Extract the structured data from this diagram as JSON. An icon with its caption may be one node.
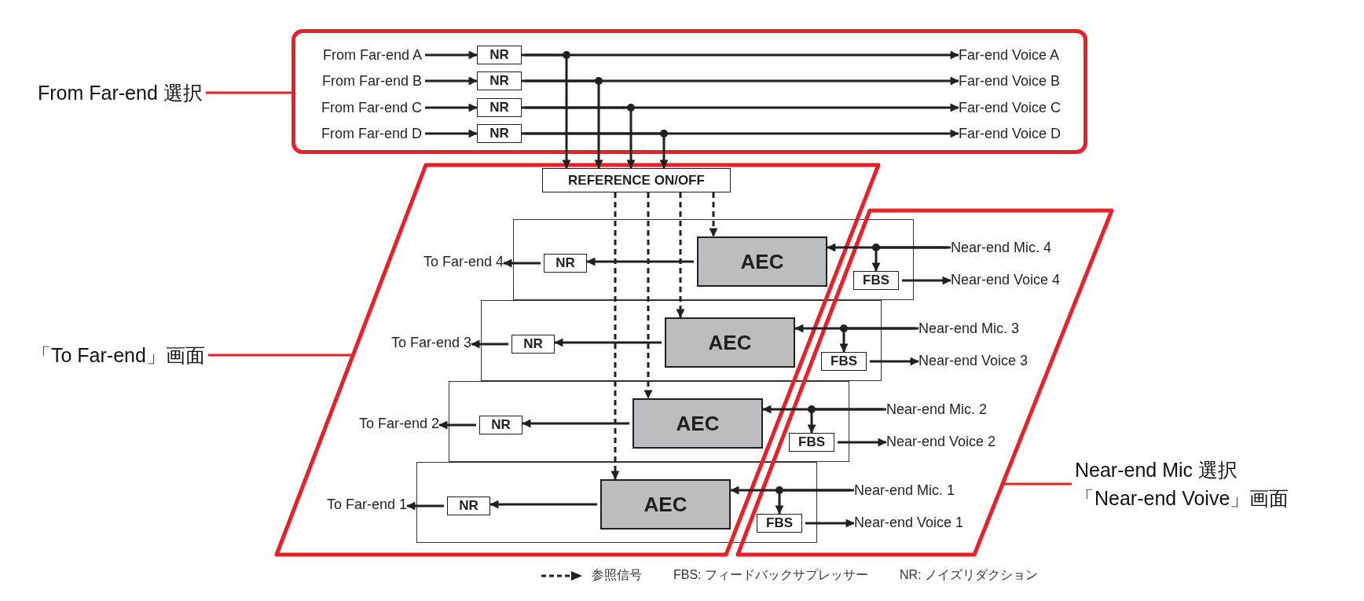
{
  "diagram": {
    "nodes": [
      {
        "text": [],
        "shape": "box"
      },
      {
        "text": [
          "From Far-end A"
        ],
        "in": 0
      },
      {
        "text": [
          "From Far-end B"
        ],
        "in": 0
      },
      {
        "text": [
          "From Far-end C"
        ],
        "in": 0
      },
      {
        "text": [
          "From Far-end D"
        ],
        "in": 0
      },
      {
        "text": [
          "NR"
        ],
        "in": 0
      },
      {
        "text": [
          "NR"
        ],
        "in": 0
      },
      {
        "text": [
          "NR"
        ],
        "in": 0
      },
      {
        "text": [
          "NR"
        ],
        "in": 0
      },
      {
        "text": [
          "Far-end Voice A"
        ],
        "in": 0
      },
      {
        "text": [
          "Far-end Voice B"
        ],
        "in": 0
      },
      {
        "text": [
          "Far-end Voice C"
        ],
        "in": 0
      },
      {
        "text": [
          "Far-end Voice D"
        ],
        "in": 0
      },
      {
        "text": [
          "From Far-end 選択"
        ]
      },
      {
        "text": [
          "REFERENCE ON/OFF"
        ]
      },
      {
        "text": [
          "「To Far-end」画面"
        ]
      },
      {
        "text": [
          "Near-end Mic 選択",
          "「Near-end Voive」画面"
        ]
      },
      {
        "text": [],
        "shape": "box"
      },
      {
        "text": [
          "AEC"
        ],
        "in": 17
      },
      {
        "text": [
          "NR"
        ],
        "in": 17
      },
      {
        "text": [
          "FBS"
        ],
        "in": 17
      },
      {
        "text": [
          "To Far-end 4"
        ]
      },
      {
        "text": [
          "Near-end Mic. 4"
        ]
      },
      {
        "text": [
          "Near-end Voice 4"
        ]
      },
      {
        "text": [],
        "shape": "box"
      },
      {
        "text": [
          "AEC"
        ],
        "in": 24
      },
      {
        "text": [
          "NR"
        ],
        "in": 24
      },
      {
        "text": [
          "FBS"
        ],
        "in": 24
      },
      {
        "text": [
          "To Far-end 3"
        ]
      },
      {
        "text": [
          "Near-end Mic. 3"
        ]
      },
      {
        "text": [
          "Near-end Voice 3"
        ]
      },
      {
        "text": [],
        "shape": "box"
      },
      {
        "text": [
          "AEC"
        ],
        "in": 31
      },
      {
        "text": [
          "NR"
        ],
        "in": 31
      },
      {
        "text": [
          "FBS"
        ],
        "in": 31
      },
      {
        "text": [
          "To Far-end 2"
        ]
      },
      {
        "text": [
          "Near-end Mic. 2"
        ]
      },
      {
        "text": [
          "Near-end Voice 2"
        ]
      },
      {
        "text": [],
        "shape": "box"
      },
      {
        "text": [
          "AEC"
        ],
        "in": 38
      },
      {
        "text": [
          "NR"
        ],
        "in": 38
      },
      {
        "text": [
          "FBS"
        ],
        "in": 38
      },
      {
        "text": [
          "To Far-end 1"
        ]
      },
      {
        "text": [
          "Near-end Mic. 1"
        ]
      },
      {
        "text": [
          "Near-end Voice 1"
        ]
      }
    ],
    "edges": [
      {
        "from": 1,
        "to": 5,
        "arrow": "to"
      },
      {
        "from": 2,
        "to": 6,
        "arrow": "to"
      },
      {
        "from": 3,
        "to": 7,
        "arrow": "to"
      },
      {
        "from": 4,
        "to": 8,
        "arrow": "to"
      },
      {
        "from": 5,
        "to": 9,
        "arrow": "to"
      },
      {
        "from": 6,
        "to": 10,
        "arrow": "to"
      },
      {
        "from": 7,
        "to": 11,
        "arrow": "to"
      },
      {
        "from": 8,
        "to": 12,
        "arrow": "to"
      },
      {
        "from": 5,
        "to": 14,
        "arrow": "to"
      },
      {
        "from": 6,
        "to": 14,
        "arrow": "to"
      },
      {
        "from": 7,
        "to": 14,
        "arrow": "to"
      },
      {
        "from": 8,
        "to": 14,
        "arrow": "to"
      },
      {
        "from": 14,
        "to": 18,
        "arrow": "to",
        "style": "dashed"
      },
      {
        "from": 14,
        "to": 25,
        "arrow": "to",
        "style": "dashed"
      },
      {
        "from": 14,
        "to": 32,
        "arrow": "to",
        "style": "dashed"
      },
      {
        "from": 14,
        "to": 39,
        "arrow": "to",
        "style": "dashed"
      },
      {
        "from": 22,
        "to": 18,
        "arrow": "to"
      },
      {
        "from": 22,
        "to": 20,
        "arrow": "to"
      },
      {
        "from": 18,
        "to": 19,
        "arrow": "to"
      },
      {
        "from": 19,
        "to": 21,
        "arrow": "to"
      },
      {
        "from": 20,
        "to": 23,
        "arrow": "to"
      },
      {
        "from": 29,
        "to": 25,
        "arrow": "to"
      },
      {
        "from": 29,
        "to": 27,
        "arrow": "to"
      },
      {
        "from": 25,
        "to": 26,
        "arrow": "to"
      },
      {
        "from": 26,
        "to": 28,
        "arrow": "to"
      },
      {
        "from": 27,
        "to": 30,
        "arrow": "to"
      },
      {
        "from": 36,
        "to": 32,
        "arrow": "to"
      },
      {
        "from": 36,
        "to": 34,
        "arrow": "to"
      },
      {
        "from": 32,
        "to": 33,
        "arrow": "to"
      },
      {
        "from": 33,
        "to": 35,
        "arrow": "to"
      },
      {
        "from": 34,
        "to": 37,
        "arrow": "to"
      },
      {
        "from": 43,
        "to": 39,
        "arrow": "to"
      },
      {
        "from": 43,
        "to": 41,
        "arrow": "to"
      },
      {
        "from": 39,
        "to": 40,
        "arrow": "to"
      },
      {
        "from": 40,
        "to": 42,
        "arrow": "to"
      },
      {
        "from": 41,
        "to": 44,
        "arrow": "to"
      },
      {
        "from": 13,
        "to": 0,
        "arrow": "none",
        "color": "#e8202a"
      },
      {
        "from": 15,
        "to": null,
        "arrow": "none",
        "color": "#e8202a"
      },
      {
        "from": 16,
        "to": null,
        "arrow": "none",
        "color": "#e8202a"
      }
    ],
    "labels": [
      "FBS: フィードバックサプレッサー",
      "NR: ノイズリダクション"
    ],
    "legend": [
      {
        "text": "参照信号"
      }
    ]
  }
}
